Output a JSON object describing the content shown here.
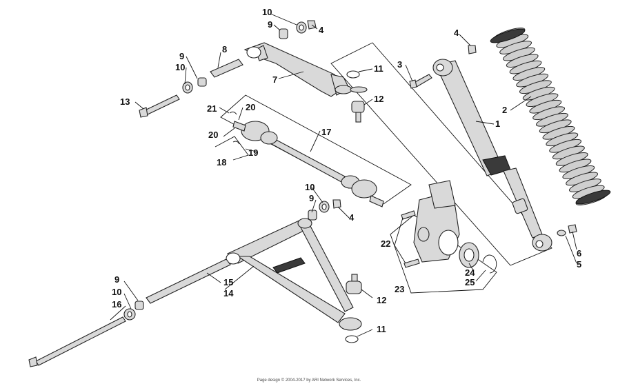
{
  "footer_text": "Page design © 2004-2017 by ARI Network Services, Inc.",
  "callouts": {
    "c1": "1",
    "c2": "2",
    "c3": "3",
    "c4a": "4",
    "c4b": "4",
    "c4c": "4",
    "c5": "5",
    "c6": "6",
    "c7": "7",
    "c8": "8",
    "c9a": "9",
    "c9b": "9",
    "c9c": "9",
    "c9d": "9",
    "c10a": "10",
    "c10b": "10",
    "c10c": "10",
    "c10d": "10",
    "c11a": "11",
    "c11b": "11",
    "c12a": "12",
    "c12b": "12",
    "c13": "13",
    "c14": "14",
    "c15": "15",
    "c16": "16",
    "c17": "17",
    "c18": "18",
    "c19": "19",
    "c20a": "20",
    "c20b": "20",
    "c21": "21",
    "c22": "22",
    "c23": "23",
    "c24": "24",
    "c25": "25"
  }
}
